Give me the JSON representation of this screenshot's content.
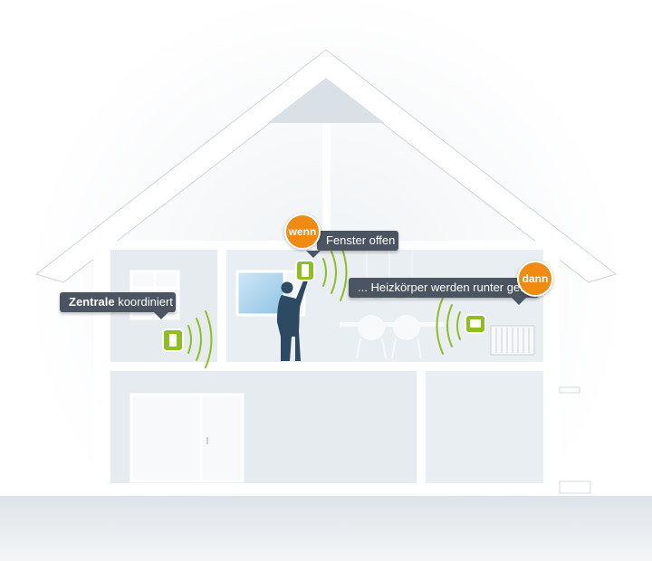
{
  "callouts": {
    "central": {
      "bold": "Zentrale",
      "text": " koordiniert"
    },
    "window": {
      "text": "Fenster offen ..."
    },
    "heating": {
      "text": "... Heizkörper werden runter geregelt"
    }
  },
  "badges": {
    "if": "wenn",
    "then": "dann"
  },
  "colors": {
    "accent": "#ef8a12",
    "bubble": "#4a5561",
    "device_green": "#8dbf1f",
    "wall": "#ffffff",
    "interior": "#e6ebef",
    "silhouette": "#2e4a63"
  },
  "icons": [
    "house-outline",
    "person-silhouette",
    "smart-hub-device",
    "window-sensor-device",
    "radiator-thermostat-device",
    "radiator",
    "dining-chairs",
    "pendant-lamps",
    "wireless-signal-waves",
    "terrace-door",
    "attic-window"
  ]
}
